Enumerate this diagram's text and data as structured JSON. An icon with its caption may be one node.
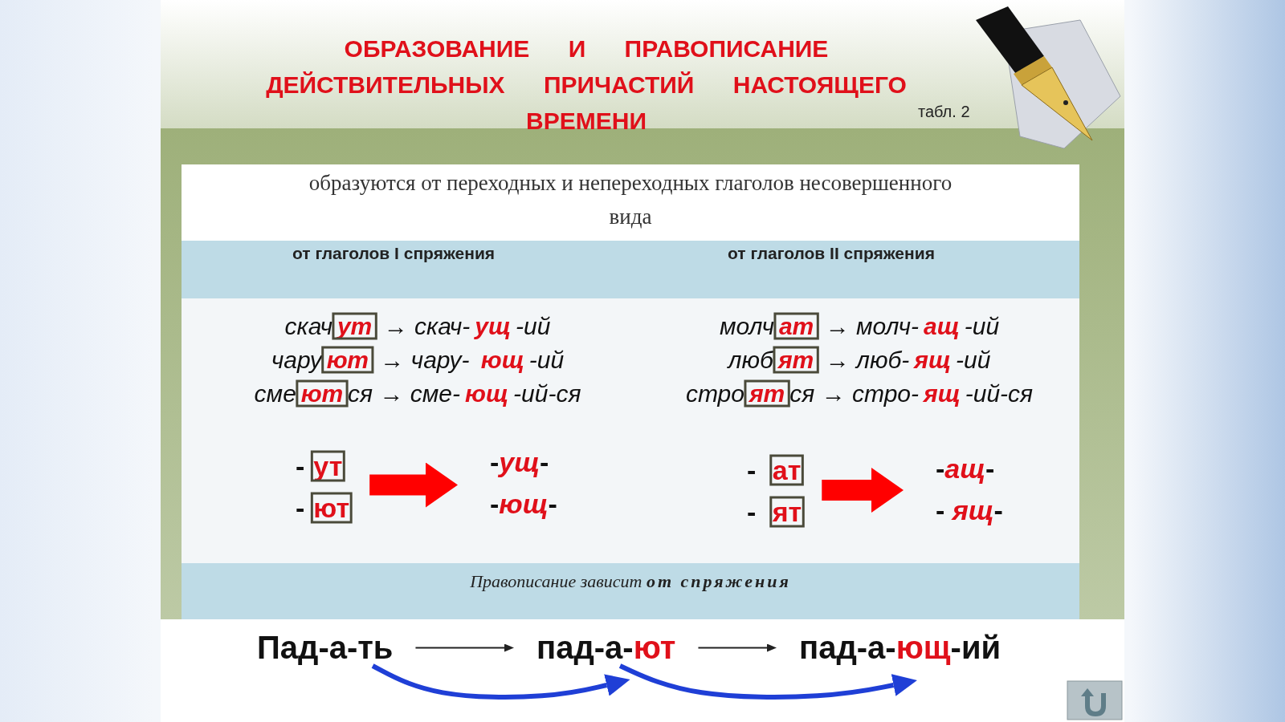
{
  "diagram": {
    "title": "ОБРАЗОВАНИЕ И ПРАВОПИСАНИЕ ДЕЙСТВИТЕЛЬНЫХ ПРИЧАСТИЙ НАСТОЯЩЕГО ВРЕМЕНИ",
    "nodes": [
      {
        "text": [
          "образуются от переходных и непереходных глаголов несовершенного вида"
        ]
      },
      {
        "text": [
          "от глаголов I спряжения",
          "от глаголов II спряжения"
        ]
      },
      {
        "text": [
          "-**ут**",
          "-**ют**"
        ]
      },
      {
        "text": [
          "-**ущ**-",
          "-**ющ**-"
        ]
      },
      {
        "text": [
          "- **ат**",
          "- **ят**"
        ]
      },
      {
        "text": [
          "-**ащ**-",
          "- **ящ**-"
        ]
      },
      {
        "text": [
          "Правописание зависит **от спряжения**"
        ]
      },
      {
        "text": [
          "Пад-а-ть"
        ]
      },
      {
        "text": [
          "пад-а-**ют**"
        ]
      },
      {
        "text": [
          "пад-а-**ющ**-ий"
        ]
      }
    ],
    "edges": [
      {
        "from": 2,
        "to": 3,
        "arrow": "to",
        "style": "thick",
        "color": "#ff0000"
      },
      {
        "from": 4,
        "to": 5,
        "arrow": "to",
        "style": "thick",
        "color": "#ff0000"
      },
      {
        "from": 7,
        "to": 8,
        "arrow": "to",
        "color": "#222222"
      },
      {
        "from": 8,
        "to": 9,
        "arrow": "to",
        "color": "#222222"
      },
      {
        "from": 7,
        "to": 8,
        "arrow": "to",
        "color": "#1f3fd6"
      },
      {
        "from": 8,
        "to": 9,
        "arrow": "to",
        "color": "#1f3fd6"
      }
    ],
    "labels": [
      "табл. 2",
      "скач**ут** → скач-**ущ**-ий",
      "молч**ат** → молч-**ащ**-ий",
      "чару**ют** → чару- **ющ**-ий",
      "люб**ят** → люб-**ящ**-ий",
      "сме**ют**ся → сме-**ющ**-ий-ся",
      "стро**ят**ся → стро-**ящ**-ий-ся"
    ]
  }
}
